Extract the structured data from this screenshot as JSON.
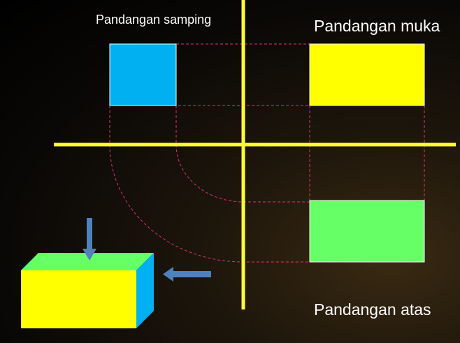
{
  "labels": {
    "side_view": "Pandangan samping",
    "front_view": "Pandangan muka",
    "top_view": "Pandangan atas"
  },
  "colors": {
    "axis": "#ffff33",
    "side_view_fill": "#00b0f0",
    "front_view_fill": "#ffff00",
    "top_view_fill": "#66ff66",
    "projection_line": "#e0307a",
    "arrow": "#4f81bd",
    "box_front": "#ffff00",
    "box_top": "#66ff66",
    "box_side": "#00b0f0"
  }
}
